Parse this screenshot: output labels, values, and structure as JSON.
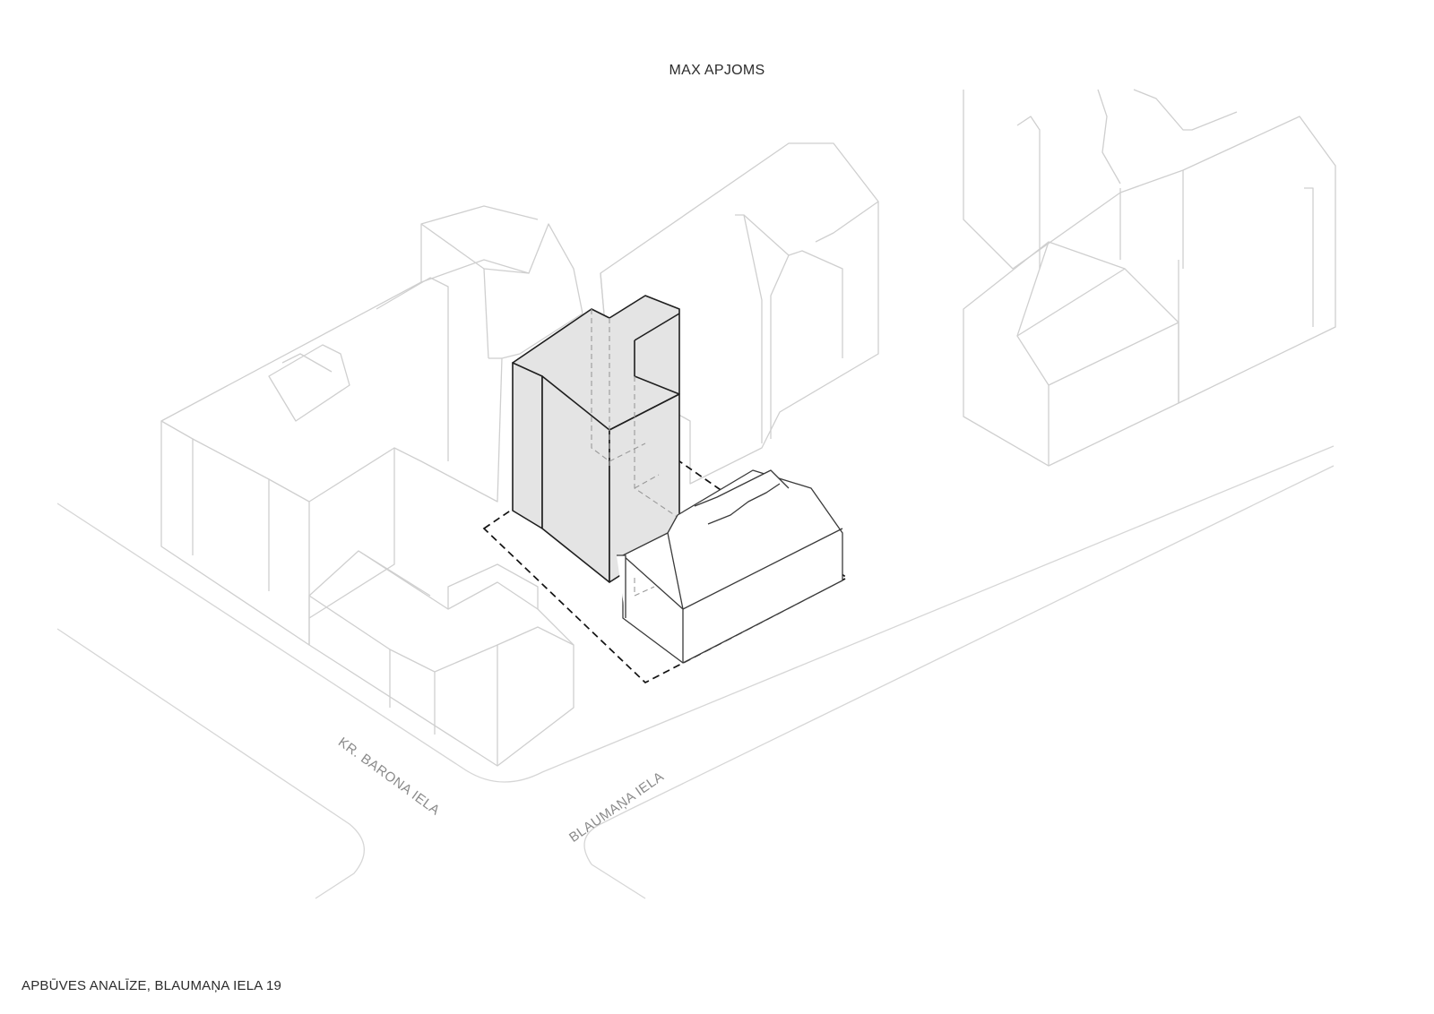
{
  "title": "MAX APJOMS",
  "caption": "APBŪVES ANALĪZE, BLAUMAŅA IELA 19",
  "streets": {
    "kr_barona": "KR. BARONA IELA",
    "blaumana": "BLAUMAŅA IELA"
  },
  "colors": {
    "context_lines": "#cfcfcf",
    "volume_fill": "#e4e4e4",
    "volume_stroke": "#1e1e1e",
    "plot_boundary": "#111111"
  }
}
